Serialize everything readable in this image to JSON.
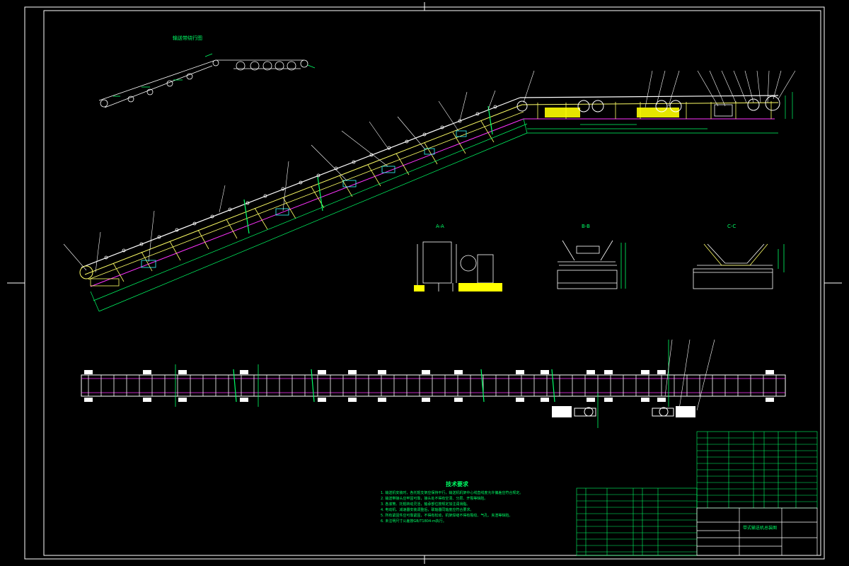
{
  "drawing": {
    "background": "#000000",
    "colors": {
      "frame": "#ffffff",
      "structure": "#ffff66",
      "belt": "#ffffff",
      "dimension": "#00ff66",
      "leader": "#ffffff",
      "magenta": "#ff33ff",
      "cyan": "#33ffff",
      "highlight": "#ffff00",
      "red": "#ff3333"
    },
    "section_labels": [
      "A-A",
      "B-B",
      "C-C"
    ],
    "top_label": "输送带绕行图",
    "technical_notes": {
      "title": "技术要求",
      "lines": [
        "1. 输送机安装时，各托辊支架应保持平行，输送机机架中心线直线度允许偏差应符合规定。",
        "2. 输送带接头应牢固可靠，接头处不得有空洞、分层、开裂等缺陷。",
        "3. 各滚筒、托辊转动灵活，轴承部位按规定加注润滑脂。",
        "4. 电动机、减速器安装调整后，联轴器同轴度应符合要求。",
        "5. 所有紧固件应可靠紧固，不得有松动，机架焊缝不得有裂纹、气孔、夹渣等缺陷。",
        "6. 未注明尺寸公差按GB/T1804-m执行。"
      ]
    },
    "title_block": {
      "title": "带式输送机总装图"
    }
  }
}
